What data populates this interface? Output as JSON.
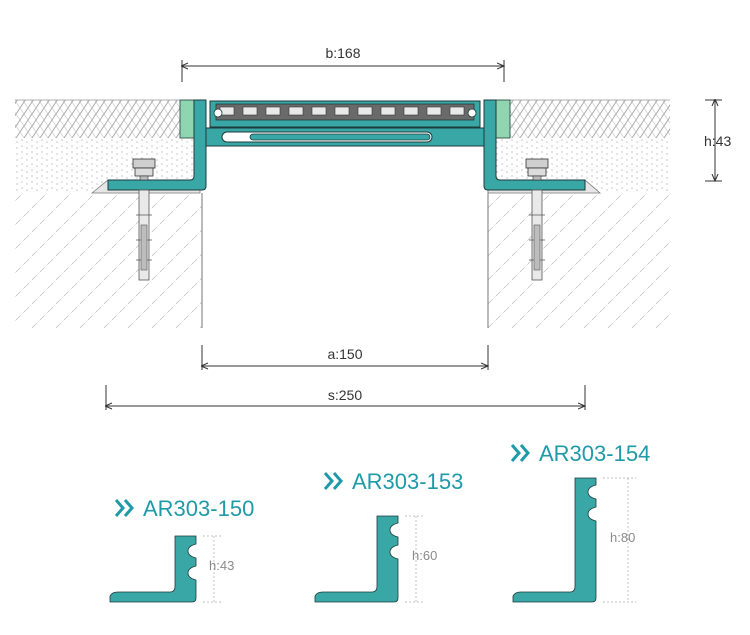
{
  "dimensions": {
    "b": "b:168",
    "a": "a:150",
    "s": "s:250",
    "h": "h:43"
  },
  "models": [
    {
      "name": "AR303-150",
      "height_label": "h:43"
    },
    {
      "name": "AR303-153",
      "height_label": "h:60"
    },
    {
      "name": "AR303-154",
      "height_label": "h:80"
    }
  ],
  "colors": {
    "profile": "#3aa7a7",
    "profile_stroke": "#1d3b3b",
    "rubber": "#6a6a6a",
    "accent_text": "#1f9aa8",
    "seal": "#8fd6b0"
  }
}
